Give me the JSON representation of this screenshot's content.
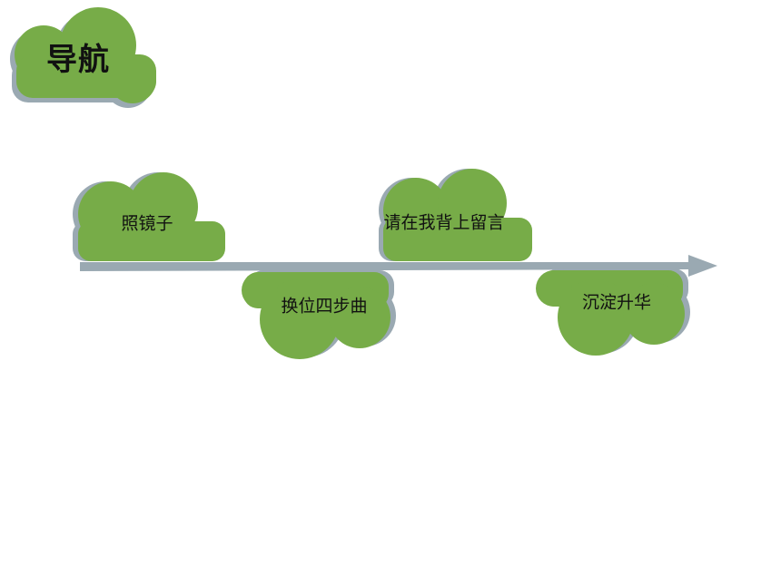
{
  "title": "导航",
  "nodes": [
    {
      "label": "照镜子"
    },
    {
      "label": "换位四步曲"
    },
    {
      "label": "请在我背上留言"
    },
    {
      "label": "沉淀升华"
    }
  ],
  "colors": {
    "cloud_fill": "#77ac48",
    "cloud_shadow": "#9aa9b2",
    "arrow": "#9aa9b2",
    "text": "#111111"
  }
}
